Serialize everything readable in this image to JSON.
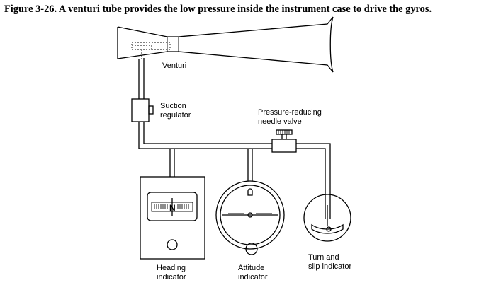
{
  "caption": "Figure 3-26. A venturi tube provides the low pressure inside the instrument case to drive the gyros.",
  "labels": {
    "venturi": "Venturi",
    "suction_regulator": [
      "Suction",
      "regulator"
    ],
    "needle_valve": [
      "Pressure-reducing",
      "needle valve"
    ],
    "heading_indicator": [
      "Heading",
      "indicator"
    ],
    "attitude_indicator": [
      "Attitude",
      "indicator"
    ],
    "turn_slip_indicator": [
      "Turn and",
      "slip indicator"
    ],
    "compass_card_letter": "N"
  }
}
